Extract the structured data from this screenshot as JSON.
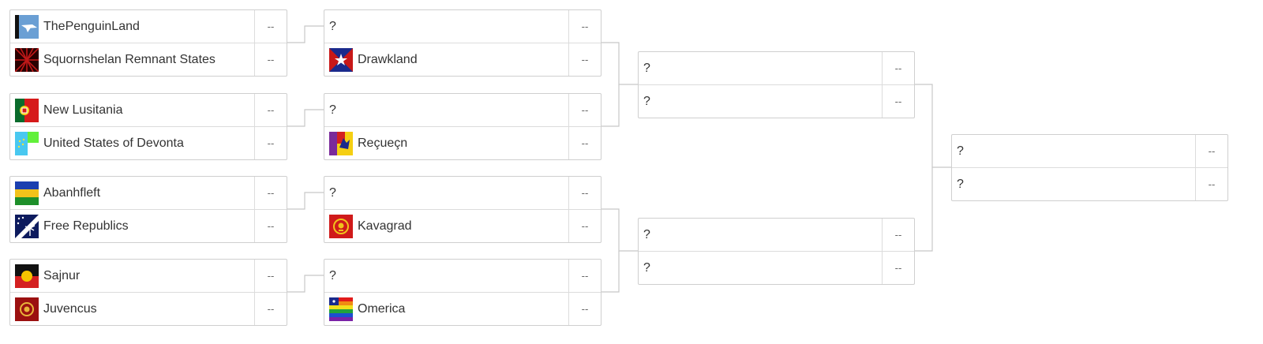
{
  "round1": [
    {
      "top": {
        "name": "ThePenguinLand",
        "flag": "penguinland-flag",
        "score": "--"
      },
      "bottom": {
        "name": "Squornshelan Remnant States",
        "flag": "squornshelan-flag",
        "score": "--"
      }
    },
    {
      "top": {
        "name": "New Lusitania",
        "flag": "new-lusitania-flag",
        "score": "--"
      },
      "bottom": {
        "name": "United States of Devonta",
        "flag": "devonta-flag",
        "score": "--"
      }
    },
    {
      "top": {
        "name": "Abanhfleft",
        "flag": "abanhfleft-flag",
        "score": "--"
      },
      "bottom": {
        "name": "Free Republics",
        "flag": "free-republics-flag",
        "score": "--"
      }
    },
    {
      "top": {
        "name": "Sajnur",
        "flag": "sajnur-flag",
        "score": "--"
      },
      "bottom": {
        "name": "Juvencus",
        "flag": "juvencus-flag",
        "score": "--"
      }
    }
  ],
  "round2": [
    {
      "top": {
        "name": "?",
        "score": "--"
      },
      "bottom": {
        "name": "Drawkland",
        "flag": "drawkland-flag",
        "score": "--"
      }
    },
    {
      "top": {
        "name": "?",
        "score": "--"
      },
      "bottom": {
        "name": "Reçueçn",
        "flag": "recuecn-flag",
        "score": "--"
      }
    },
    {
      "top": {
        "name": "?",
        "score": "--"
      },
      "bottom": {
        "name": "Kavagrad",
        "flag": "kavagrad-flag",
        "score": "--"
      }
    },
    {
      "top": {
        "name": "?",
        "score": "--"
      },
      "bottom": {
        "name": "Omerica",
        "flag": "omerica-flag",
        "score": "--"
      }
    }
  ],
  "round3": [
    {
      "top": {
        "name": "?",
        "score": "--"
      },
      "bottom": {
        "name": "?",
        "score": "--"
      }
    },
    {
      "top": {
        "name": "?",
        "score": "--"
      },
      "bottom": {
        "name": "?",
        "score": "--"
      }
    }
  ],
  "final": {
    "top": {
      "name": "?",
      "score": "--"
    },
    "bottom": {
      "name": "?",
      "score": "--"
    }
  }
}
